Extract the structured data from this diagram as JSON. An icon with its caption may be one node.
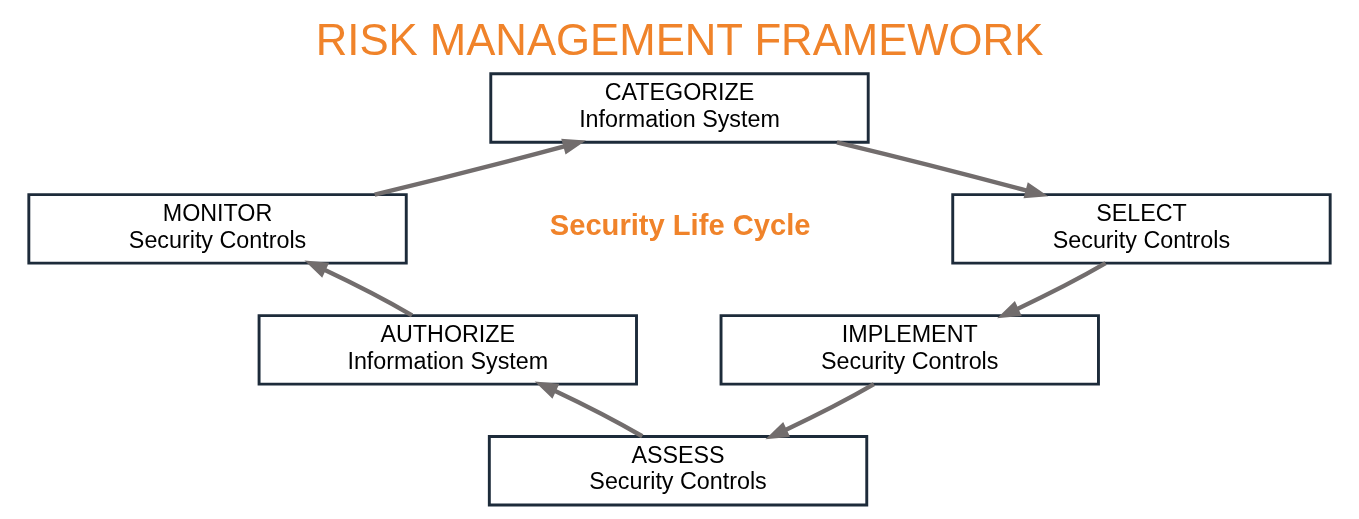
{
  "diagram": {
    "title": "RISK MANAGEMENT FRAMEWORK",
    "nodes": [
      {
        "text": [
          "CATEGORIZE",
          "Information System"
        ]
      },
      {
        "text": [
          "MONITOR",
          "Security Controls"
        ]
      },
      {
        "text": [
          "SELECT",
          "Security Controls"
        ]
      },
      {
        "text": [
          "AUTHORIZE",
          "Information System"
        ]
      },
      {
        "text": [
          "IMPLEMENT",
          "Security Controls"
        ]
      },
      {
        "text": [
          "ASSESS",
          "Security Controls"
        ]
      }
    ],
    "edges": [
      {
        "from": 1,
        "to": 0,
        "arrow": "to"
      },
      {
        "from": 0,
        "to": 2,
        "arrow": "to"
      },
      {
        "from": 2,
        "to": 4,
        "arrow": "to"
      },
      {
        "from": 4,
        "to": 5,
        "arrow": "to"
      },
      {
        "from": 5,
        "to": 3,
        "arrow": "to"
      },
      {
        "from": 3,
        "to": 1,
        "arrow": "to"
      }
    ],
    "labels": [
      "Security Life Cycle"
    ]
  }
}
